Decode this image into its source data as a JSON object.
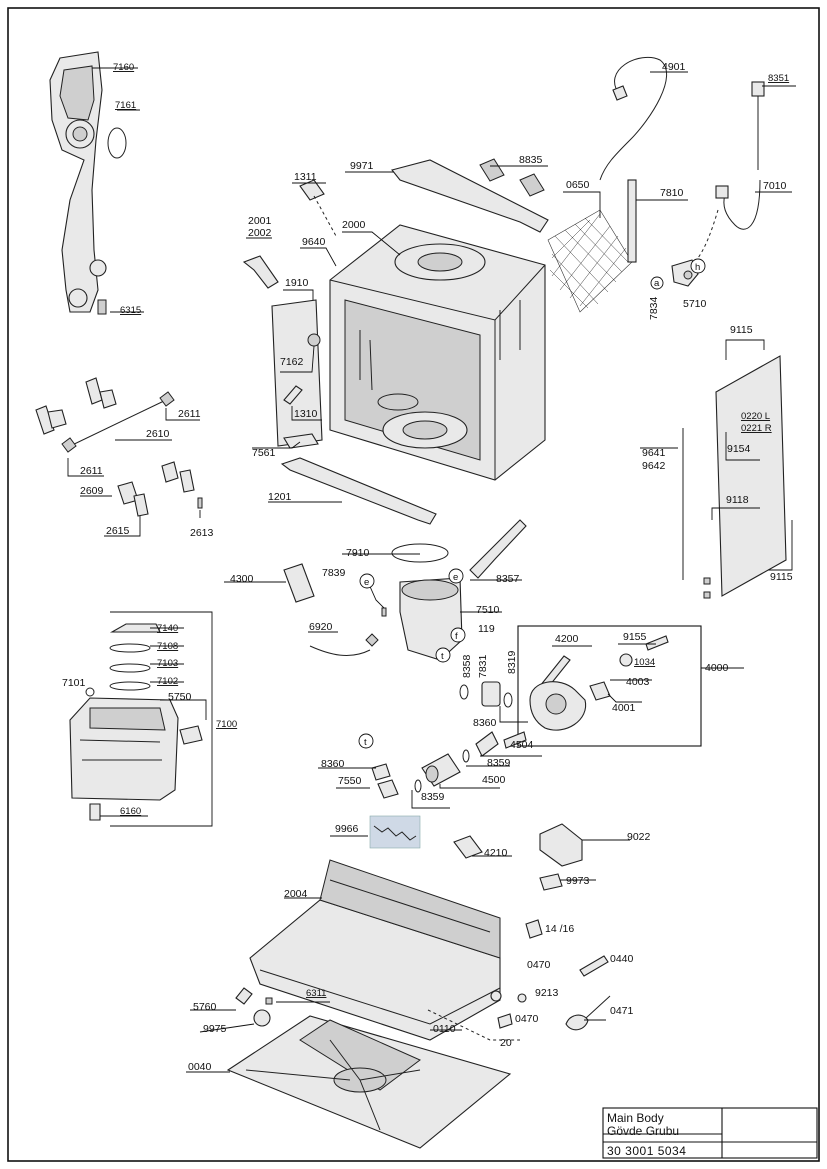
{
  "title_block": {
    "line1": "Main Body",
    "line2": "Gövde Grubu",
    "code": "30 3001 5034"
  },
  "parts": [
    {
      "id": "p7160",
      "label": "7160"
    },
    {
      "id": "p7161",
      "label": "7161"
    },
    {
      "id": "p6315",
      "label": "6315"
    },
    {
      "id": "p4901",
      "label": "4901"
    },
    {
      "id": "p8351",
      "label": "8351"
    },
    {
      "id": "p9971",
      "label": "9971"
    },
    {
      "id": "p8835",
      "label": "8835"
    },
    {
      "id": "p1311",
      "label": "1311"
    },
    {
      "id": "p0650",
      "label": "0650"
    },
    {
      "id": "p7810",
      "label": "7810"
    },
    {
      "id": "p7010",
      "label": "7010"
    },
    {
      "id": "p2001",
      "label": "2001"
    },
    {
      "id": "p2002",
      "label": "2002"
    },
    {
      "id": "p2000",
      "label": "2000"
    },
    {
      "id": "p9640",
      "label": "9640"
    },
    {
      "id": "p1910",
      "label": "1910"
    },
    {
      "id": "p7834",
      "label": "7834"
    },
    {
      "id": "p5710",
      "label": "5710"
    },
    {
      "id": "p9115a",
      "label": "9115"
    },
    {
      "id": "p7162",
      "label": "7162"
    },
    {
      "id": "p1310",
      "label": "1310"
    },
    {
      "id": "p2611a",
      "label": "2611"
    },
    {
      "id": "p2610",
      "label": "2610"
    },
    {
      "id": "p2611b",
      "label": "2611"
    },
    {
      "id": "p2609",
      "label": "2609"
    },
    {
      "id": "p2615",
      "label": "2615"
    },
    {
      "id": "p2613",
      "label": "2613"
    },
    {
      "id": "p7561",
      "label": "7561"
    },
    {
      "id": "p1201",
      "label": "1201"
    },
    {
      "id": "p0220",
      "label": "0220 L"
    },
    {
      "id": "p0221",
      "label": "0221 R"
    },
    {
      "id": "p9641",
      "label": "9641"
    },
    {
      "id": "p9642",
      "label": "9642"
    },
    {
      "id": "p9154",
      "label": "9154"
    },
    {
      "id": "p9118",
      "label": "9118"
    },
    {
      "id": "p9115b",
      "label": "9115"
    },
    {
      "id": "p7910",
      "label": "7910"
    },
    {
      "id": "p4300",
      "label": "4300"
    },
    {
      "id": "p7839",
      "label": "7839"
    },
    {
      "id": "p8357",
      "label": "8357"
    },
    {
      "id": "p7510",
      "label": "7510"
    },
    {
      "id": "p6920",
      "label": "6920"
    },
    {
      "id": "p119",
      "label": "119"
    },
    {
      "id": "p4200",
      "label": "4200"
    },
    {
      "id": "p9155",
      "label": "9155"
    },
    {
      "id": "p1034",
      "label": "1034"
    },
    {
      "id": "p4000",
      "label": "4000"
    },
    {
      "id": "p4003",
      "label": "4003"
    },
    {
      "id": "p4001",
      "label": "4001"
    },
    {
      "id": "p8358",
      "label": "8358"
    },
    {
      "id": "p7831",
      "label": "7831"
    },
    {
      "id": "p8319",
      "label": "8319"
    },
    {
      "id": "p7140",
      "label": "7140"
    },
    {
      "id": "p7108",
      "label": "7108"
    },
    {
      "id": "p7103",
      "label": "7103"
    },
    {
      "id": "p7102",
      "label": "7102"
    },
    {
      "id": "p7101",
      "label": "7101"
    },
    {
      "id": "p5750",
      "label": "5750"
    },
    {
      "id": "p7100",
      "label": "7100"
    },
    {
      "id": "p8360a",
      "label": "8360"
    },
    {
      "id": "p4504",
      "label": "4504"
    },
    {
      "id": "p8360b",
      "label": "8360"
    },
    {
      "id": "p8359a",
      "label": "8359"
    },
    {
      "id": "p7550",
      "label": "7550"
    },
    {
      "id": "p4500",
      "label": "4500"
    },
    {
      "id": "p8359b",
      "label": "8359"
    },
    {
      "id": "p6160",
      "label": "6160"
    },
    {
      "id": "p9966",
      "label": "9966"
    },
    {
      "id": "p4210",
      "label": "4210"
    },
    {
      "id": "p9022",
      "label": "9022"
    },
    {
      "id": "p9973",
      "label": "9973"
    },
    {
      "id": "p2004",
      "label": "2004"
    },
    {
      "id": "p1416",
      "label": "14 /16"
    },
    {
      "id": "p0470a",
      "label": "0470"
    },
    {
      "id": "p0440",
      "label": "0440"
    },
    {
      "id": "p6311",
      "label": "6311"
    },
    {
      "id": "p9213",
      "label": "9213"
    },
    {
      "id": "p5760",
      "label": "5760"
    },
    {
      "id": "p0470b",
      "label": "0470"
    },
    {
      "id": "p0471",
      "label": "0471"
    },
    {
      "id": "p9975",
      "label": "9975"
    },
    {
      "id": "p0110",
      "label": "0110"
    },
    {
      "id": "p20",
      "label": "20"
    },
    {
      "id": "p0040",
      "label": "0040"
    }
  ],
  "callouts": {
    "a": "a",
    "h": "h",
    "e1": "e",
    "e2": "e",
    "f": "f",
    "t1": "t",
    "t2": "t"
  }
}
